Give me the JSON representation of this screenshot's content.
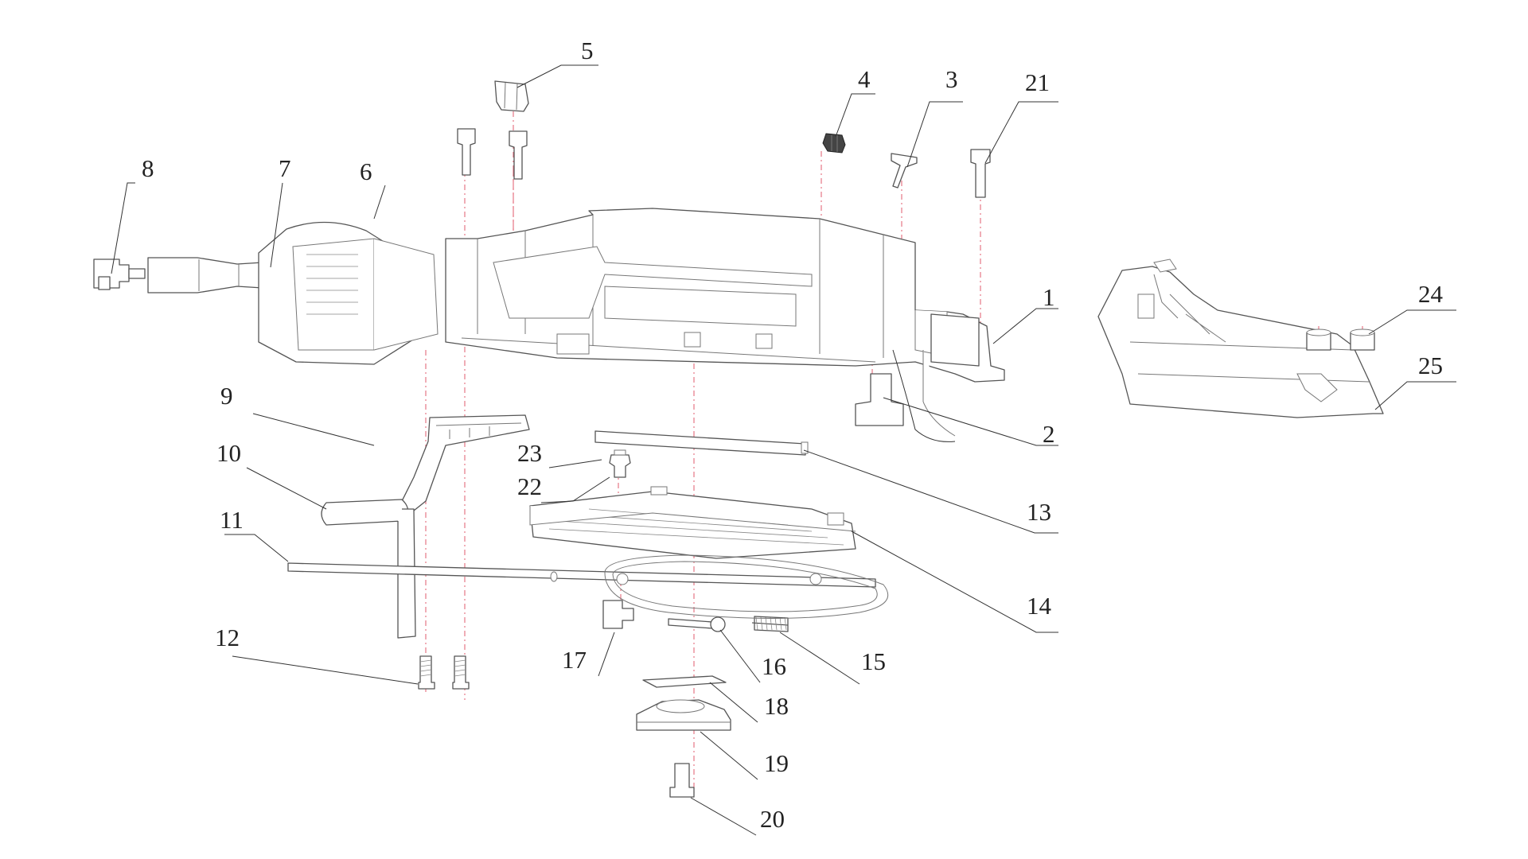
{
  "callouts": [
    {
      "id": "1",
      "label": "1"
    },
    {
      "id": "2",
      "label": "2"
    },
    {
      "id": "3",
      "label": "3"
    },
    {
      "id": "4",
      "label": "4"
    },
    {
      "id": "5",
      "label": "5"
    },
    {
      "id": "6",
      "label": "6"
    },
    {
      "id": "7",
      "label": "7"
    },
    {
      "id": "8",
      "label": "8"
    },
    {
      "id": "9",
      "label": "9"
    },
    {
      "id": "10",
      "label": "10"
    },
    {
      "id": "11",
      "label": "11"
    },
    {
      "id": "12",
      "label": "12"
    },
    {
      "id": "13",
      "label": "13"
    },
    {
      "id": "14",
      "label": "14"
    },
    {
      "id": "15",
      "label": "15"
    },
    {
      "id": "16",
      "label": "16"
    },
    {
      "id": "17",
      "label": "17"
    },
    {
      "id": "18",
      "label": "18"
    },
    {
      "id": "19",
      "label": "19"
    },
    {
      "id": "20",
      "label": "20"
    },
    {
      "id": "21",
      "label": "21"
    },
    {
      "id": "22",
      "label": "22"
    },
    {
      "id": "23",
      "label": "23"
    },
    {
      "id": "24",
      "label": "24"
    },
    {
      "id": "25",
      "label": "25"
    }
  ],
  "colors": {
    "stroke": "#555555",
    "centerline": "#e46a7a",
    "background": "#ffffff"
  }
}
